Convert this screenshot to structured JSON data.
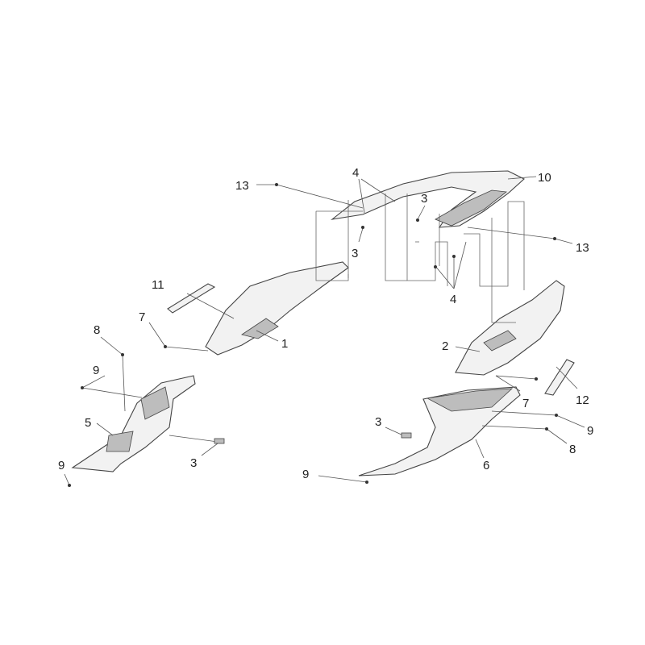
{
  "diagram": {
    "type": "exploded-parts-view",
    "callouts": [
      {
        "id": "c13a",
        "text": "13"
      },
      {
        "id": "c4a",
        "text": "4"
      },
      {
        "id": "c3a",
        "text": "3"
      },
      {
        "id": "c10",
        "text": "10"
      },
      {
        "id": "c3b",
        "text": "3"
      },
      {
        "id": "c13b",
        "text": "13"
      },
      {
        "id": "c4b",
        "text": "4"
      },
      {
        "id": "c11",
        "text": "11"
      },
      {
        "id": "c7a",
        "text": "7"
      },
      {
        "id": "c1",
        "text": "1"
      },
      {
        "id": "c2",
        "text": "2"
      },
      {
        "id": "c12",
        "text": "12"
      },
      {
        "id": "c7b",
        "text": "7"
      },
      {
        "id": "c8a",
        "text": "8"
      },
      {
        "id": "c9a",
        "text": "9"
      },
      {
        "id": "c5",
        "text": "5"
      },
      {
        "id": "c3c",
        "text": "3"
      },
      {
        "id": "c9b",
        "text": "9"
      },
      {
        "id": "c3d",
        "text": "3"
      },
      {
        "id": "c9c",
        "text": "9"
      },
      {
        "id": "c8b",
        "text": "8"
      },
      {
        "id": "c6",
        "text": "6"
      },
      {
        "id": "c9d",
        "text": "9"
      }
    ]
  }
}
